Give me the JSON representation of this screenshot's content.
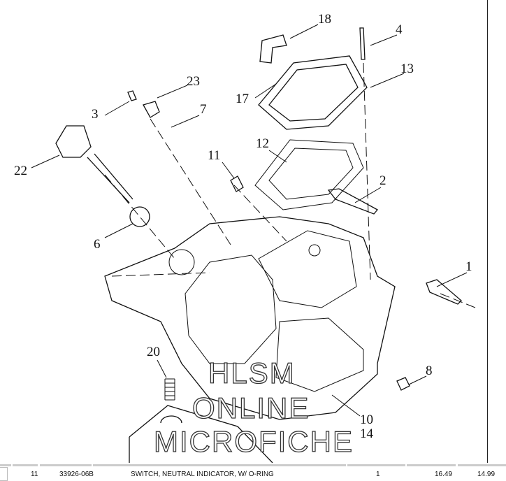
{
  "callouts": {
    "c1": "1",
    "c2": "2",
    "c3": "3",
    "c4": "4",
    "c6": "6",
    "c7": "7",
    "c8": "8",
    "c10": "10",
    "c11": "11",
    "c12": "12",
    "c13": "13",
    "c14": "14",
    "c17": "17",
    "c18": "18",
    "c20": "20",
    "c22": "22",
    "c23": "23"
  },
  "watermark": {
    "line1": "HLSM",
    "line2": "ONLINE",
    "line3": "MICROFICHE"
  },
  "part_row": {
    "ref": "11",
    "part_number": "33926-06B",
    "description": "SWITCH, NEUTRAL INDICATOR, W/ O-RING",
    "qty": "1",
    "price": "16.49",
    "sale_price": "14.99"
  }
}
